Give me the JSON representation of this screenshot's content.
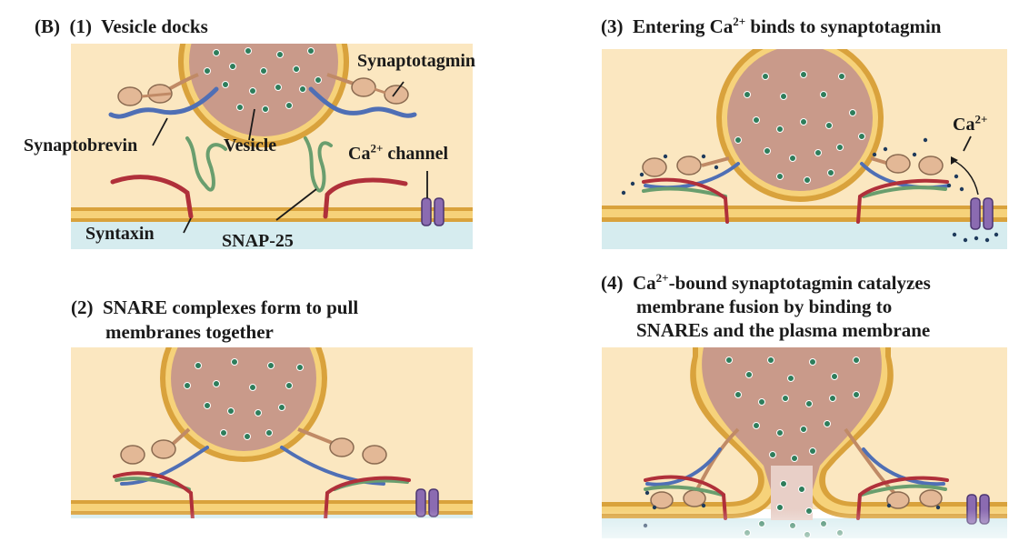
{
  "figure_label": "(B)",
  "panels": {
    "p1": {
      "number": "(1)",
      "title": "Vesicle docks"
    },
    "p2": {
      "number": "(2)",
      "title_line1": "SNARE complexes form to pull",
      "title_line2": "membranes together"
    },
    "p3": {
      "number": "(3)",
      "title_pre": "Entering Ca",
      "title_sup": "2+",
      "title_post": " binds to synaptotagmin"
    },
    "p4": {
      "number": "(4)",
      "title_pre": "Ca",
      "title_sup": "2+",
      "title_post": "-bound synaptotagmin catalyzes",
      "title_line2": "membrane fusion by binding to",
      "title_line3": "SNAREs and the plasma membrane"
    }
  },
  "labels": {
    "synaptotagmin": "Synaptotagmin",
    "synaptobrevin": "Synaptobrevin",
    "vesicle": "Vesicle",
    "channel_pre": "Ca",
    "channel_sup": "2+",
    "channel_post": " channel",
    "syntaxin": "Syntaxin",
    "snap25": "SNAP-25",
    "ca_pre": "Ca",
    "ca_sup": "2+"
  },
  "colors": {
    "cytoplasm": "#fbe7c0",
    "membrane_outer": "#d9a23c",
    "membrane_inner": "#f6d27a",
    "extracellular": "#d6ecef",
    "vesicle_fill": "#c99a8a",
    "neurotransmitter": "#2e7d5b",
    "synaptobrevin": "#4f6fb5",
    "syntaxin": "#b0303a",
    "snap25": "#6a9e6e",
    "synaptotagmin": "#e3b896",
    "channel": "#8b6bb1",
    "calcium": "#1f3b5c"
  }
}
